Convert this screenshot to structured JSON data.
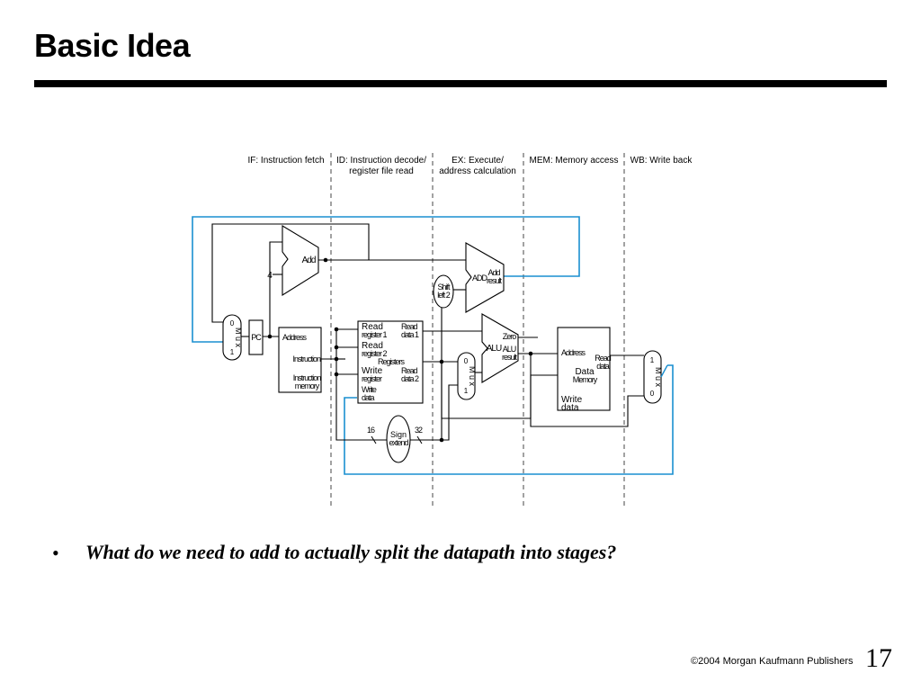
{
  "slide": {
    "title": "Basic Idea",
    "bullet_symbol": "•",
    "question": "What do we need to add to actually split the datapath into stages?",
    "footer": "©2004 Morgan Kaufmann Publishers",
    "page_number": "17"
  },
  "diagram": {
    "stages": {
      "if": "IF: Instruction fetch",
      "id_line1": "ID: Instruction decode/",
      "id_line2": "register file read",
      "ex_line1": "EX: Execute/",
      "ex_line2": "address calculation",
      "mem": "MEM: Memory access",
      "wb": "WB: Write back"
    },
    "pc_adder": {
      "label": "Add",
      "constant": "4"
    },
    "branch_adder": {
      "a": "ADD",
      "b_line1": "Add",
      "b_line2": "result"
    },
    "shift": {
      "line1": "Shift",
      "line2": "left 2"
    },
    "pc": "PC",
    "instruction_memory": {
      "address": "Address",
      "instruction": "Instruction",
      "line1": "Instruction",
      "line2": "memory"
    },
    "registers": {
      "read_reg1_a": "Read",
      "read_reg1_b": "register 1",
      "read_data1_a": "Read",
      "read_data1_b": "data 1",
      "read_reg2_a": "Read",
      "read_reg2_b": "register 2",
      "title": "Registers",
      "write_reg_a": "Write",
      "write_reg_b": "register",
      "read_data2_a": "Read",
      "read_data2_b": "data 2",
      "write_data_a": "Write",
      "write_data_b": "data"
    },
    "alu": {
      "zero": "Zero",
      "label": "ALU",
      "result_a": "ALU",
      "result_b": "result"
    },
    "data_memory": {
      "address": "Address",
      "read_a": "Read",
      "read_b": "data",
      "title_a": "Data",
      "title_b": "Memory",
      "write_a": "Write",
      "write_b": "data"
    },
    "sign_extend": {
      "in_width": "16",
      "out_width": "32",
      "line1": "Sign",
      "line2": "extend"
    },
    "mux_label": "M u x",
    "mux_pc": {
      "top": "0",
      "bottom": "1"
    },
    "mux_alu": {
      "top": "0",
      "bottom": "1"
    },
    "mux_wb": {
      "top": "1",
      "bottom": "0"
    },
    "colors": {
      "feedback": "#1a8fd0",
      "line": "#000000",
      "stage_divider": "#444444"
    }
  }
}
